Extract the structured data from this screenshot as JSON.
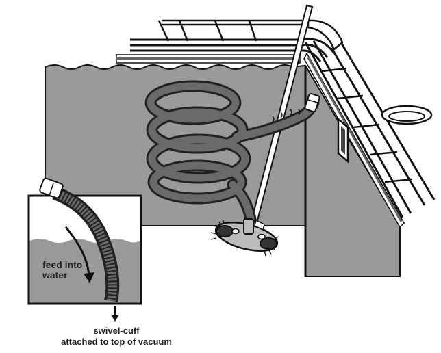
{
  "inset": {
    "label_line1": "feed into",
    "label_line2": "water"
  },
  "caption": {
    "line1": "swivel-cuff",
    "line2": "attached to top of vacuum"
  },
  "colors": {
    "water": "#9a9a9a",
    "outline": "#111111",
    "hose": "#555555",
    "hose_light": "#8a8a8a",
    "background": "#ffffff"
  },
  "icons": {
    "hose": "coiled-hose-icon",
    "vacuum": "pool-vacuum-head-icon",
    "pole": "telescopic-pole-icon",
    "skimmer": "skimmer-opening-icon",
    "return": "return-jet-icon",
    "arrow": "arrow-down-icon"
  }
}
